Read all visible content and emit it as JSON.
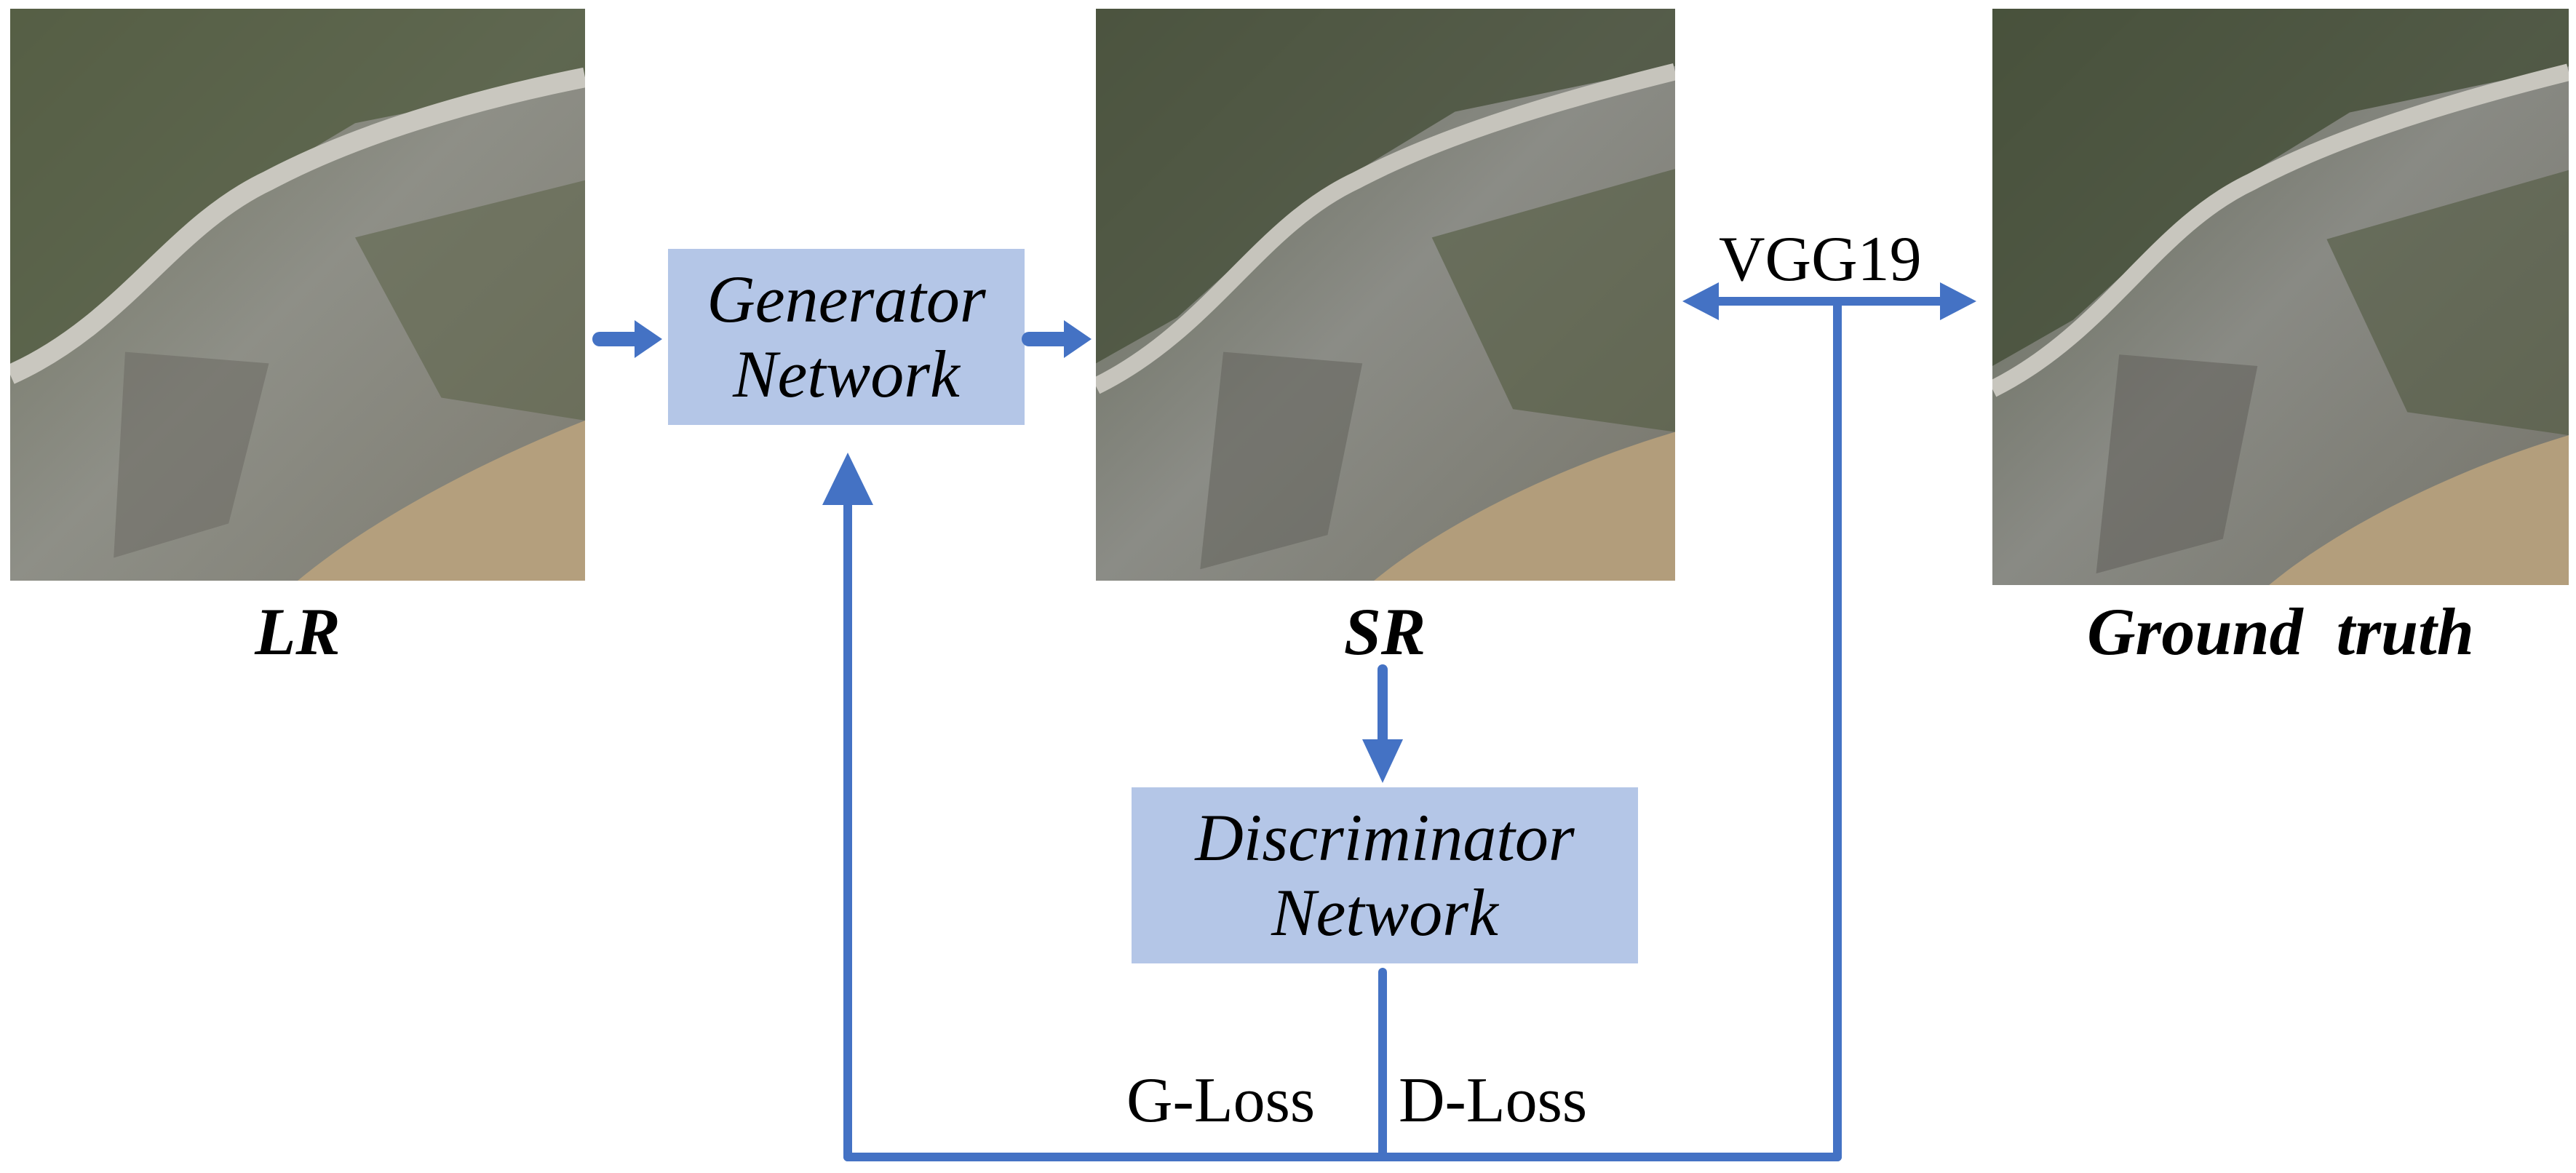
{
  "images": {
    "lr": {
      "caption": "LR"
    },
    "sr": {
      "caption": "SR"
    },
    "gt": {
      "caption": "Ground  truth"
    }
  },
  "generator": {
    "line1": "Generator",
    "line2": "Network"
  },
  "discriminator": {
    "line1": "Discriminator",
    "line2": "Network"
  },
  "labels": {
    "vgg": "VGG19",
    "g_loss": "G-Loss",
    "d_loss": "D-Loss"
  },
  "colors": {
    "arrow": "#4472c4",
    "box_fill": "#b4c6e7",
    "water": "#b49f7d"
  }
}
